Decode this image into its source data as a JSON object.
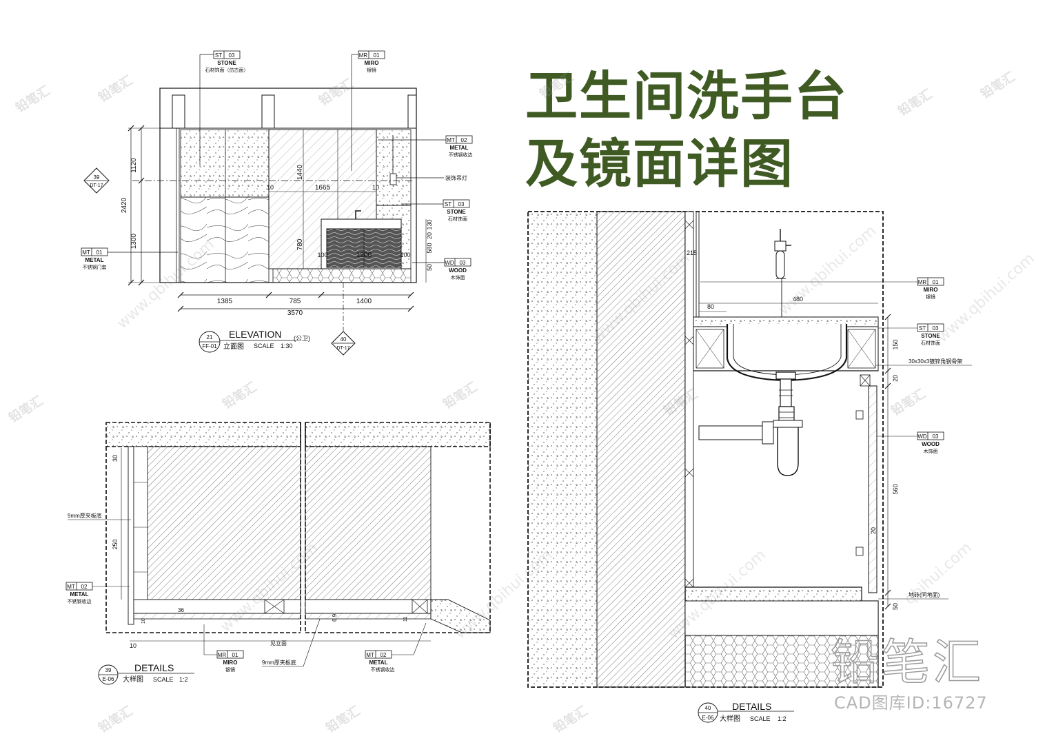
{
  "title": {
    "line1": "卫生间洗手台",
    "line2": "及镜面详图"
  },
  "watermark": {
    "brand": "铅笔汇",
    "url": "www.qbihui.com",
    "url_short": "qbihui.com",
    "id_text": "CAD图库ID:16727"
  },
  "elevation": {
    "number": "21",
    "sheet": "FF-01",
    "name": "ELEVATION",
    "name_cn": "立面图",
    "scale_label": "SCALE",
    "scale": "1:30",
    "note": "(公卫)",
    "dims": {
      "d1120": "1120",
      "d2420": "2420",
      "d1300": "1300",
      "d1440": "1440",
      "d1665": "1665",
      "d10": "10",
      "d780": "780",
      "d130": "130",
      "d20": "20",
      "d580": "580",
      "d50": "50",
      "d100": "100",
      "d1200": "1200",
      "d1385": "1385",
      "d785": "785",
      "d1400": "1400",
      "d3570": "3570"
    },
    "tags": [
      {
        "code": "ST",
        "num": "03",
        "en": "STONE",
        "cn": "石材饰面（仿古面）"
      },
      {
        "code": "MR",
        "num": "01",
        "en": "MIRO",
        "cn": "银镜"
      },
      {
        "code": "MT",
        "num": "02",
        "en": "METAL",
        "cn": "不锈钢收边"
      },
      {
        "code": "ST",
        "num": "03",
        "en": "STONE",
        "cn": "石材饰面"
      },
      {
        "code": "WD",
        "num": "03",
        "en": "WOOD",
        "cn": "木饰面"
      },
      {
        "code": "MT",
        "num": "01",
        "en": "METAL",
        "cn": "不锈钢门套"
      }
    ],
    "lamp_note": "装饰吊灯",
    "callout_left": {
      "num": "39",
      "sheet": "DT-17"
    },
    "callout_bottom": {
      "num": "40",
      "sheet": "DT-17"
    }
  },
  "details39": {
    "number": "39",
    "sheet": "E-06",
    "name": "DETAILS",
    "name_cn": "大样图",
    "scale_label": "SCALE",
    "scale": "1:2",
    "dims": {
      "d30": "30",
      "d250": "250",
      "d10a": "10",
      "d36": "36",
      "d69": "6.9",
      "d10b": "10",
      "d11": "11"
    },
    "ply_note": "9mm厚夹板底",
    "ply_note_bottom": "9mm厚夹板底",
    "mirror_face": "见立面",
    "tags": [
      {
        "code": "MT",
        "num": "02",
        "en": "METAL",
        "cn": "不锈钢收边"
      },
      {
        "code": "MR",
        "num": "01",
        "en": "MIRO",
        "cn": "银镜"
      },
      {
        "code": "MT",
        "num": "02",
        "en": "METAL",
        "cn": "不锈钢收边"
      }
    ]
  },
  "details40": {
    "number": "40",
    "sheet": "E-06",
    "name": "DETAILS",
    "name_cn": "大样图",
    "scale_label": "SCALE",
    "scale": "1:2",
    "dims": {
      "d215": "215",
      "d80": "80",
      "d480": "480",
      "d150": "150",
      "d20a": "20",
      "d560": "560",
      "d20b": "20",
      "d50": "50"
    },
    "frame_note": "30x30x3镀锌角钢骨架",
    "floor_note": "地砖(同地面)",
    "tags": [
      {
        "code": "MR",
        "num": "01",
        "en": "MIRO",
        "cn": "银镜"
      },
      {
        "code": "ST",
        "num": "03",
        "en": "STONE",
        "cn": "石材饰面"
      },
      {
        "code": "WD",
        "num": "03",
        "en": "WOOD",
        "cn": "木饰面"
      }
    ]
  }
}
